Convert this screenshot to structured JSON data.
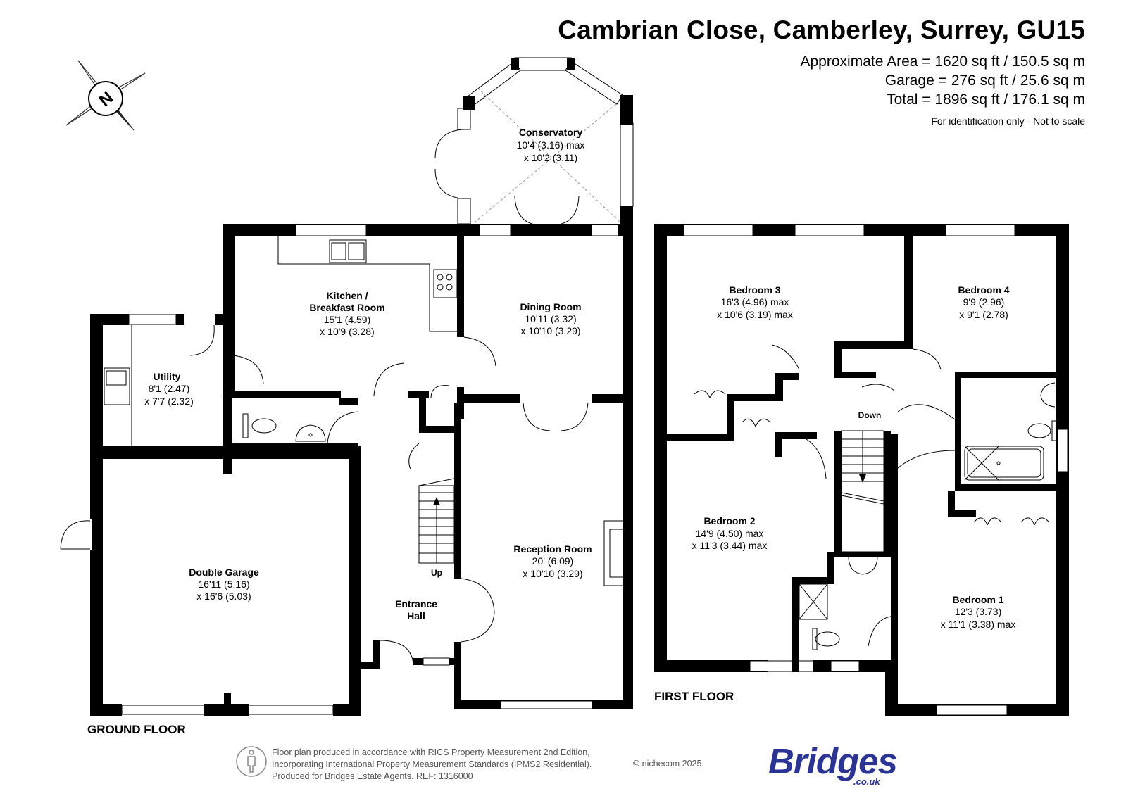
{
  "header": {
    "title": "Cambrian Close, Camberley, Surrey, GU15",
    "area_line": "Approximate Area = 1620 sq ft / 150.5 sq m",
    "garage_line": "Garage = 276 sq ft / 25.6 sq m",
    "total_line": "Total = 1896 sq ft / 176.1 sq m",
    "disclaimer": "For identification only - Not to scale"
  },
  "compass": {
    "label": "N"
  },
  "floors": {
    "ground": {
      "label": "GROUND FLOOR"
    },
    "first": {
      "label": "FIRST FLOOR"
    }
  },
  "rooms": {
    "conservatory": {
      "name": "Conservatory",
      "dim1": "10'4 (3.16) max",
      "dim2": "x 10'2 (3.11)"
    },
    "kitchen": {
      "name1": "Kitchen /",
      "name2": "Breakfast Room",
      "dim1": "15'1 (4.59)",
      "dim2": "x 10'9 (3.28)"
    },
    "dining": {
      "name": "Dining Room",
      "dim1": "10'11 (3.32)",
      "dim2": "x 10'10 (3.29)"
    },
    "utility": {
      "name": "Utility",
      "dim1": "8'1 (2.47)",
      "dim2": "x 7'7 (2.32)"
    },
    "reception": {
      "name": "Reception Room",
      "dim1": "20' (6.09)",
      "dim2": "x 10'10 (3.29)"
    },
    "garage": {
      "name": "Double Garage",
      "dim1": "16'11 (5.16)",
      "dim2": "x 16'6 (5.03)"
    },
    "hall": {
      "name1": "Entrance",
      "name2": "Hall"
    },
    "bedroom3": {
      "name": "Bedroom 3",
      "dim1": "16'3 (4.96) max",
      "dim2": "x 10'6 (3.19) max"
    },
    "bedroom4": {
      "name": "Bedroom 4",
      "dim1": "9'9 (2.96)",
      "dim2": "x 9'1 (2.78)"
    },
    "bedroom2": {
      "name": "Bedroom 2",
      "dim1": "14'9 (4.50) max",
      "dim2": "x 11'3 (3.44) max"
    },
    "bedroom1": {
      "name": "Bedroom 1",
      "dim1": "12'3 (3.73)",
      "dim2": "x 11'1 (3.38) max"
    }
  },
  "stairs": {
    "up": "Up",
    "down": "Down"
  },
  "footer": {
    "line1": "Floor plan produced in accordance with RICS Property Measurement 2nd Edition,",
    "line2": "Incorporating International Property Measurement Standards (IPMS2 Residential).",
    "line3": "Produced for Bridges Estate Agents.   REF: 1316000",
    "copyright": "© nichecom 2025.",
    "brand": "Bridges",
    "brand_sub": ".co.uk",
    "brand_color": "#2b3493"
  }
}
